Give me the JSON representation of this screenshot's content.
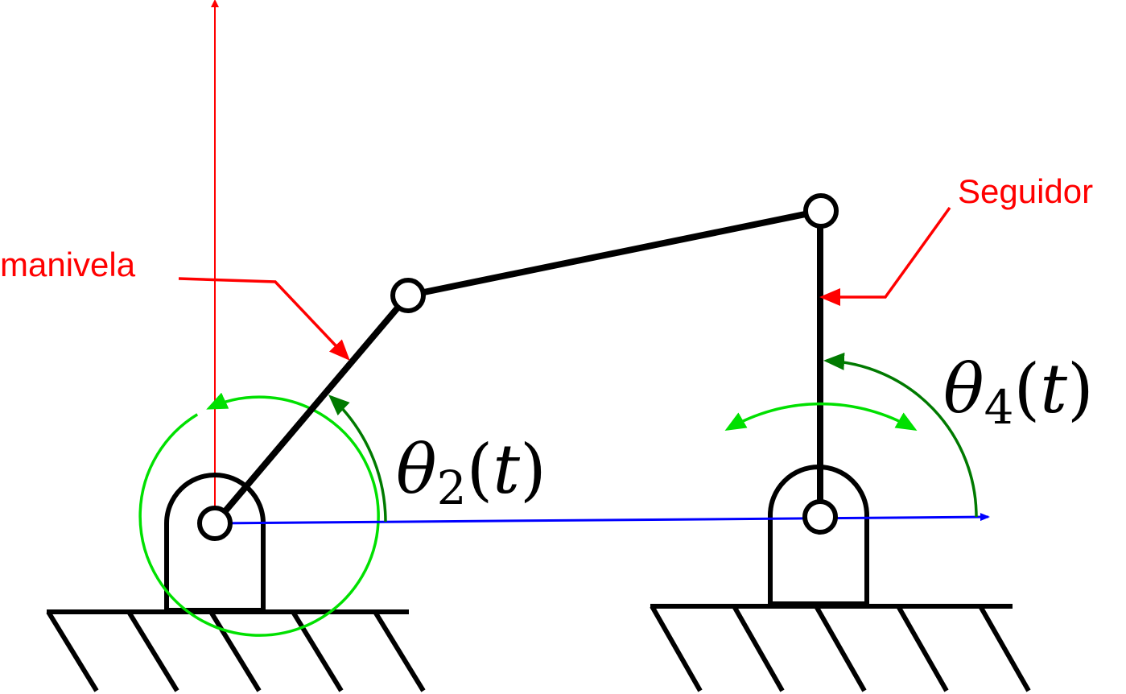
{
  "labels": {
    "crank": "manivela",
    "follower": "Seguidor"
  },
  "angles": {
    "theta2": {
      "symbol": "θ",
      "sub": "2",
      "open": "(",
      "var": "t",
      "close": ")"
    },
    "theta4": {
      "symbol": "θ",
      "sub": "4",
      "open": "(",
      "var": "t",
      "close": ")"
    }
  },
  "colors": {
    "link": "#000000",
    "label": "#ff0000",
    "ground_axis": "#0000ff",
    "vertical_axis": "#ff0000",
    "angle_arrow": "#007a00",
    "rotation_arrow": "#00e000"
  }
}
